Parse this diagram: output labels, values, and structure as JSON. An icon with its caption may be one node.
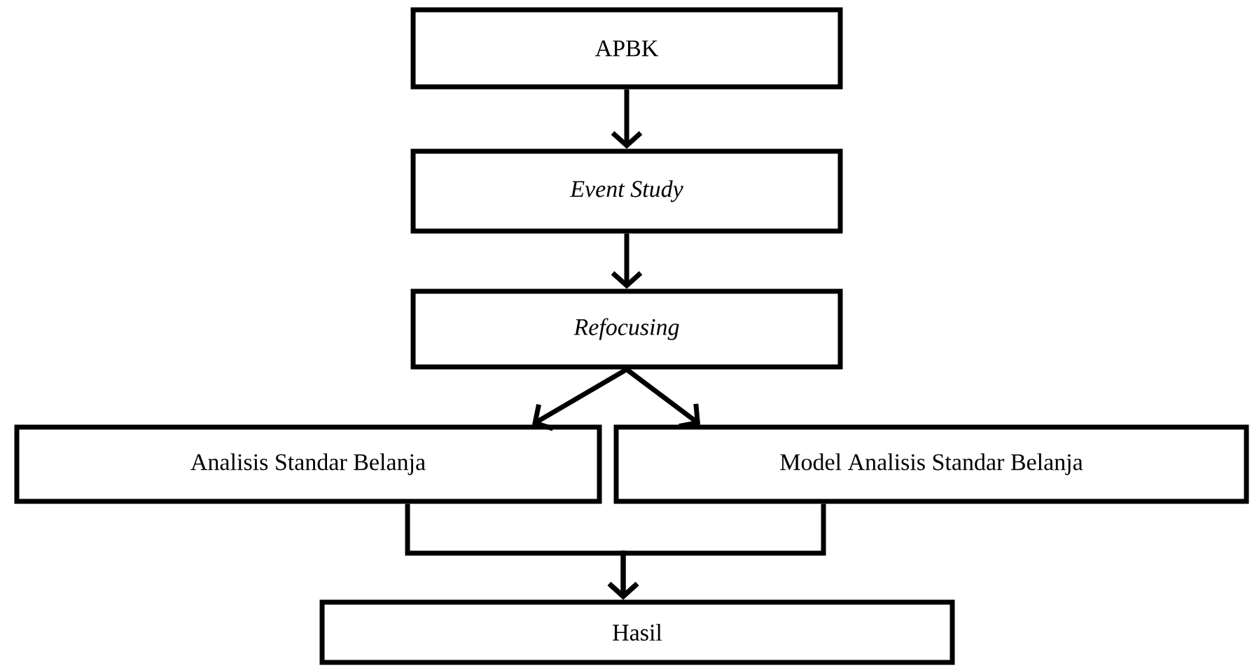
{
  "diagram": {
    "nodes": [
      {
        "text": [
          "APBK"
        ]
      },
      {
        "text": [
          "Event Study"
        ]
      },
      {
        "text": [
          "Refocusing"
        ]
      },
      {
        "text": [
          "Analisis Standar Belanja"
        ]
      },
      {
        "text": [
          "Model Analisis Standar Belanja"
        ]
      },
      {
        "text": [
          "Hasil"
        ]
      }
    ],
    "edges": [
      {
        "from": 0,
        "to": 1,
        "arrow": "to"
      },
      {
        "from": 1,
        "to": 2,
        "arrow": "to"
      },
      {
        "from": 2,
        "to": 3,
        "arrow": "to"
      },
      {
        "from": 2,
        "to": 4,
        "arrow": "to"
      },
      {
        "from": 3,
        "to": 5,
        "arrow": "to"
      },
      {
        "from": 4,
        "to": 5,
        "arrow": "to"
      }
    ]
  }
}
